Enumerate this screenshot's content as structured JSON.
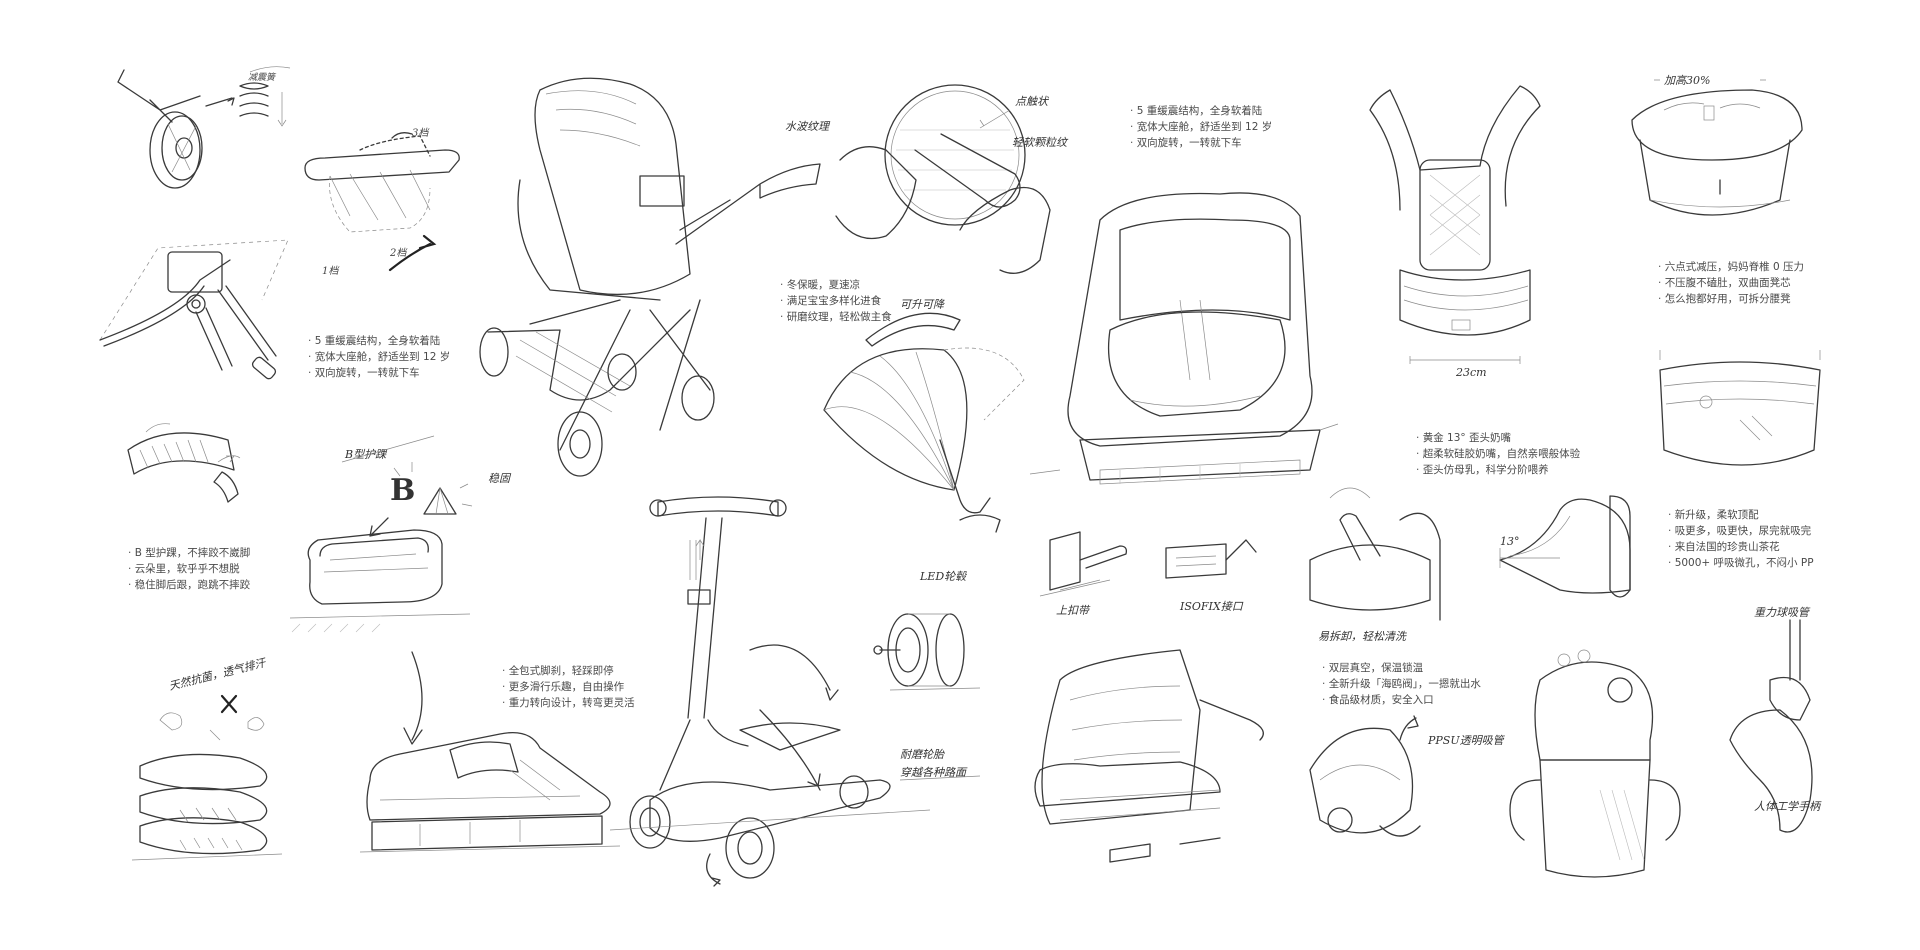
{
  "notes": {
    "stroller_top": [
      "5 重缓震结构，全身软着陆",
      "宽体大座舱，舒适坐到 12 岁",
      "双向旋转，一转就下车"
    ],
    "stroller_left": [
      "5 重缓震结构，全身软着陆",
      "宽体大座舱，舒适坐到 12 岁",
      "双向旋转，一转就下车"
    ],
    "shoe": [
      "B 型护踝，不摔跤不崴脚",
      "云朵里，软乎乎不想脱",
      "稳住脚后跟，跑跳不摔跤"
    ],
    "scooter": [
      "全包式脚刹，轻踩即停",
      "更多滑行乐趣，自由操作",
      "重力转向设计，转弯更灵活"
    ],
    "canopy": [
      "冬保暖，夏速凉",
      "满足宝宝多样化进食",
      "研磨纹理，轻松做主食"
    ],
    "bottle_nipple": [
      "黄金 13° 歪头奶嘴",
      "超柔软硅胶奶嘴，自然亲喂般体验",
      "歪头仿母乳，科学分阶喂养"
    ],
    "carrier": [
      "六点式减压，妈妈脊椎 0 压力",
      "不压腹不磕肚，双曲面凳芯",
      "怎么抱都好用，可拆分腰凳"
    ],
    "diaper": [
      "新升级，柔软顶配",
      "吸更多，吸更快，尿完就吸完",
      "来自法国的珍贵山茶花",
      "5000+ 呼吸微孔，不闷小 PP"
    ],
    "cup": [
      "双层真空，保温锁温",
      "全新升级「海鸥阀」，一摁就出水",
      "食品级材质，安全入口"
    ]
  },
  "handwriting": {
    "spring": "减震簧",
    "fold_angle": "3档",
    "fold_a": "1档",
    "fold_b": "2档",
    "b_ankle": "B型护踝",
    "b_letter": "B",
    "b_side": "稳固",
    "insole": "天然抗菌，透气排汗",
    "water_ripple": "水波纹理",
    "dotted": "点触状",
    "soft_grain": "轻软颗粒纹",
    "canopy_up": "可升可降",
    "led_wheel": "LED轮毂",
    "wear_wheel": "耐磨轮胎",
    "wear_wheel_2": "穿越各种路面",
    "tag_a": "上扣带",
    "tag_b": "ISOFIX接口",
    "carrier_height": "加高30%",
    "carrier_width": "23cm",
    "ppsu": "PPSU透明吸管",
    "straw_top": "重力球吸管",
    "handle": "人体工学手柄",
    "easy_wash": "易拆卸，轻松清洗",
    "nipple_angle": "13°"
  }
}
